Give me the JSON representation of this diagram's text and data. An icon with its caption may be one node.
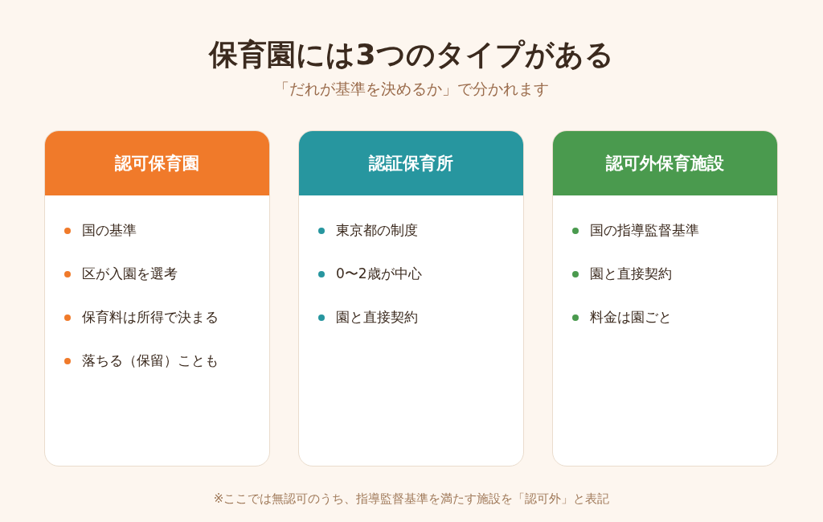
{
  "diagram": {
    "title": "保育園には3つのタイプがある",
    "nodes": [
      {
        "text": [
          "認可保育園",
          "国の基準",
          "区が入園を選考",
          "保育料は所得で決まる",
          "落ちる（保留）ことも"
        ]
      },
      {
        "text": [
          "認証保育所",
          "東京都の制度",
          "0〜2歳が中心",
          "園と直接契約"
        ]
      },
      {
        "text": [
          "認可外保育施設",
          "国の指導監督基準",
          "園と直接契約",
          "料金は園ごと"
        ]
      }
    ],
    "labels": [
      "「だれが基準を決めるか」で分かれます",
      "※ここでは無認可のうち、指導監督基準を満たす施設を「認可外」と表記"
    ]
  }
}
